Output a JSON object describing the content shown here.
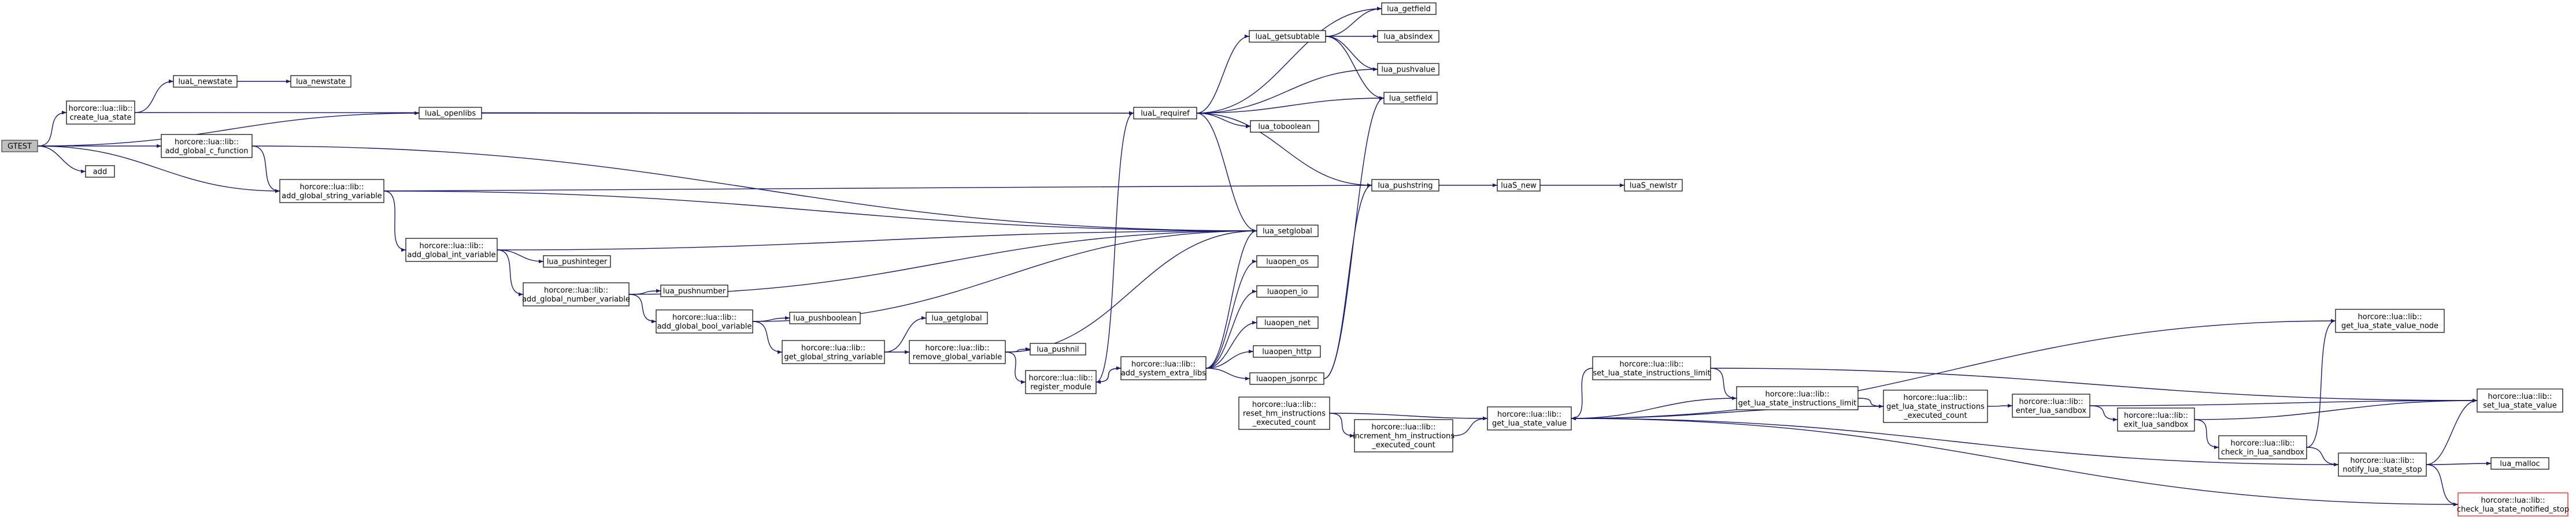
{
  "colors": {
    "edge": "#191970",
    "node_border": "#000000",
    "root_fill": "#bfbfbf",
    "highlight_border": "#ff0000"
  },
  "nodes": {
    "gtest": [
      "GTEST"
    ],
    "add": [
      "add"
    ],
    "create_lua_state": [
      "horcore::lua::lib::",
      "create_lua_state"
    ],
    "add_global_c_function": [
      "horcore::lua::lib::",
      "add_global_c_function"
    ],
    "add_global_string_variable": [
      "horcore::lua::lib::",
      "add_global_string_variable"
    ],
    "add_global_int_variable": [
      "horcore::lua::lib::",
      "add_global_int_variable"
    ],
    "add_global_number_variable": [
      "horcore::lua::lib::",
      "add_global_number_variable"
    ],
    "add_global_bool_variable": [
      "horcore::lua::lib::",
      "add_global_bool_variable"
    ],
    "get_global_string_variable": [
      "horcore::lua::lib::",
      "get_global_string_variable"
    ],
    "remove_global_variable": [
      "horcore::lua::lib::",
      "remove_global_variable"
    ],
    "register_module": [
      "horcore::lua::lib::",
      "register_module"
    ],
    "add_system_extra_libs": [
      "horcore::lua::lib::",
      "add_system_extra_libs"
    ],
    "reset_hm_instructions": [
      "horcore::lua::lib::",
      "reset_hm_instructions",
      "_executed_count"
    ],
    "increment_hm_instructions": [
      "horcore::lua::lib::",
      "increment_hm_instructions",
      "_executed_count"
    ],
    "get_lua_state_value": [
      "horcore::lua::lib::",
      "get_lua_state_value"
    ],
    "set_lua_state_instructions_limit": [
      "horcore::lua::lib::",
      "set_lua_state_instructions_limit"
    ],
    "get_lua_state_instructions_limit": [
      "horcore::lua::lib::",
      "get_lua_state_instructions_limit"
    ],
    "get_lua_state_instructions_executed": [
      "horcore::lua::lib::",
      "get_lua_state_instructions",
      "_executed_count"
    ],
    "enter_lua_sandbox": [
      "horcore::lua::lib::",
      "enter_lua_sandbox"
    ],
    "exit_lua_sandbox": [
      "horcore::lua::lib::",
      "exit_lua_sandbox"
    ],
    "check_in_lua_sandbox": [
      "horcore::lua::lib::",
      "check_in_lua_sandbox"
    ],
    "notify_lua_state_stop": [
      "horcore::lua::lib::",
      "notify_lua_state_stop"
    ],
    "check_lua_state_notified_stop": [
      "horcore::lua::lib::",
      "check_lua_state_notified_stop"
    ],
    "get_lua_state_value_node": [
      "horcore::lua::lib::",
      "get_lua_state_value_node"
    ],
    "set_lua_state_value": [
      "horcore::lua::lib::",
      "set_lua_state_value"
    ],
    "lua_malloc": [
      "lua_malloc"
    ],
    "luaL_newstate": [
      "luaL_newstate"
    ],
    "lua_newstate": [
      "lua_newstate"
    ],
    "luaL_openlibs": [
      "luaL_openlibs"
    ],
    "luaL_requiref": [
      "luaL_requiref"
    ],
    "luaL_getsubtable": [
      "luaL_getsubtable"
    ],
    "lua_getfield": [
      "lua_getfield"
    ],
    "lua_absindex": [
      "lua_absindex"
    ],
    "lua_pushvalue": [
      "lua_pushvalue"
    ],
    "lua_setfield": [
      "lua_setfield"
    ],
    "lua_toboolean": [
      "lua_toboolean"
    ],
    "lua_pushstring": [
      "lua_pushstring"
    ],
    "luaS_new": [
      "luaS_new"
    ],
    "luaS_newlstr": [
      "luaS_newlstr"
    ],
    "lua_setglobal": [
      "lua_setglobal"
    ],
    "lua_pushinteger": [
      "lua_pushinteger"
    ],
    "lua_pushnumber": [
      "lua_pushnumber"
    ],
    "lua_pushboolean": [
      "lua_pushboolean"
    ],
    "lua_getglobal": [
      "lua_getglobal"
    ],
    "lua_pushnil": [
      "lua_pushnil"
    ],
    "luaopen_os": [
      "luaopen_os"
    ],
    "luaopen_io": [
      "luaopen_io"
    ],
    "luaopen_net": [
      "luaopen_net"
    ],
    "luaopen_http": [
      "luaopen_http"
    ],
    "luaopen_jsonrpc": [
      "luaopen_jsonrpc"
    ]
  }
}
